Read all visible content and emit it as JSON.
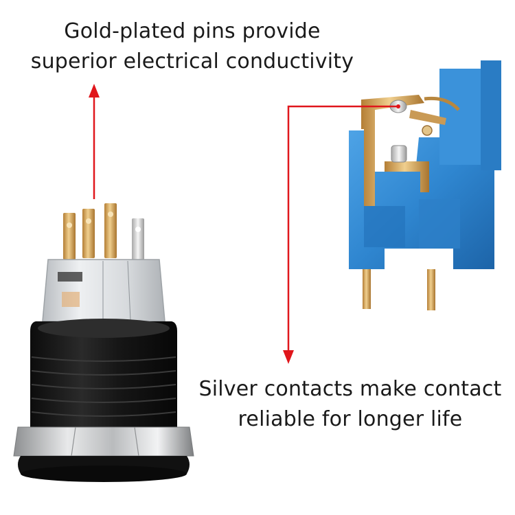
{
  "captions": {
    "gold_pins": {
      "line1": "Gold-plated pins provide",
      "line2": "superior electrical conductivity"
    },
    "silver_contacts": {
      "line1": "Silver contacts make contact",
      "line2": "reliable for longer life"
    }
  },
  "colors": {
    "annotation_arrow": "#e0161b",
    "switch_body": "#1b1b1b",
    "bezel": "#c9cacc",
    "gold": "#d4a25a",
    "relay_housing": "#2f86d0"
  },
  "icons": {
    "product_photo": "push-button-switch-icon",
    "detail_photo": "microswitch-contact-icon"
  }
}
